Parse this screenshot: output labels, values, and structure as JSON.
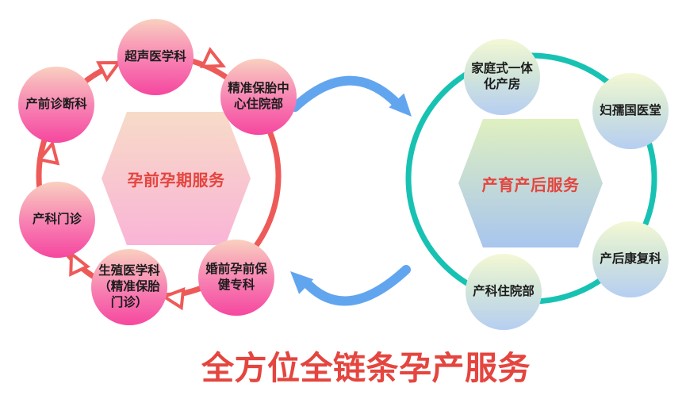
{
  "title": "全方位全链条孕产服务",
  "left_cycle": {
    "center_label": "孕前孕期服务",
    "nodes": [
      {
        "label": "超声医学科"
      },
      {
        "label": "精准保胎中心住院部"
      },
      {
        "label": "产前诊断科"
      },
      {
        "label": "产科门诊"
      },
      {
        "label": "生殖医学科（精准保胎门诊）"
      },
      {
        "label": "婚前孕前保健专科"
      }
    ]
  },
  "right_cycle": {
    "center_label": "产育产后服务",
    "nodes": [
      {
        "label": "家庭式一体化产房"
      },
      {
        "label": "妇孺国医堂"
      },
      {
        "label": "产后康复科"
      },
      {
        "label": "产科住院部"
      }
    ]
  },
  "colors": {
    "accent_red": "#e4453f",
    "left_ring": "#ee5a58",
    "left_node_top": "#f9d0bf",
    "left_node_bottom": "#f6479f",
    "left_hex_top": "#f7dbc8",
    "left_hex_bottom": "#f9b4d6",
    "right_ring": "#17c2b3",
    "right_node_top": "#f4f8d5",
    "right_node_bottom": "#b6cef2",
    "right_hex_top": "#dff0c0",
    "right_hex_bottom": "#a8c5ee",
    "arrow_blue": "#62a5ef"
  }
}
